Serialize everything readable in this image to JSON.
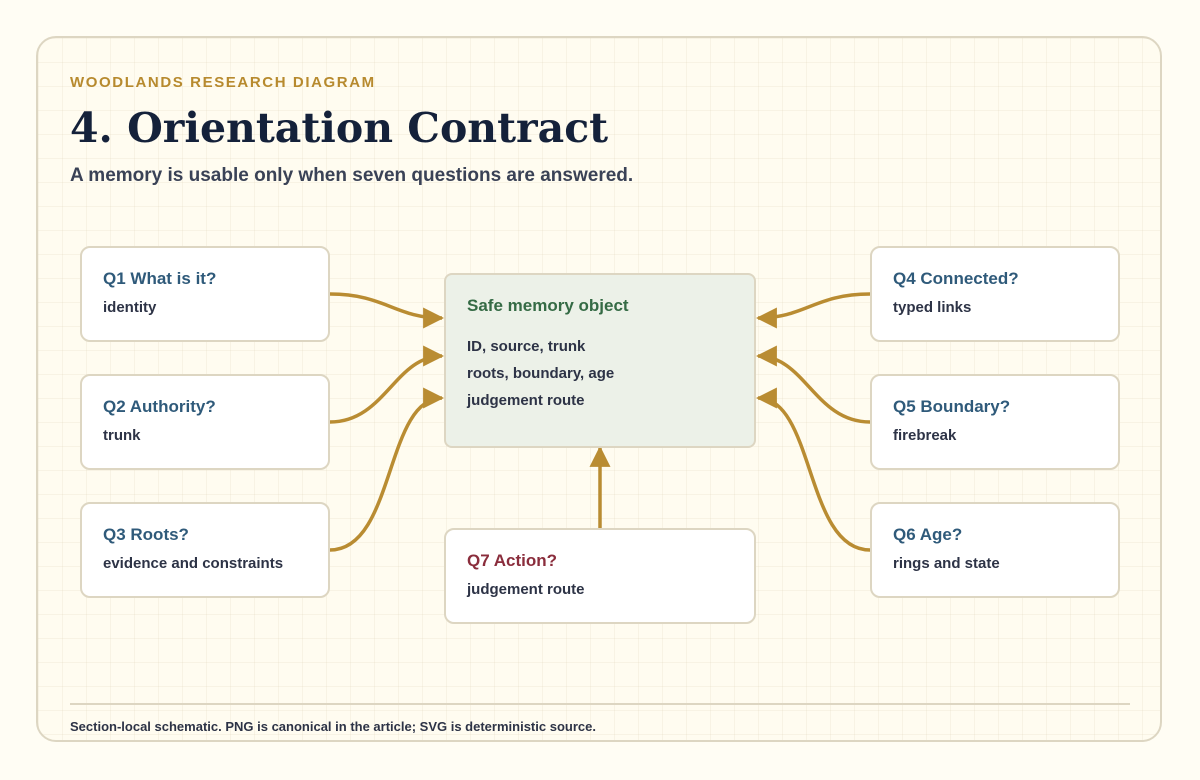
{
  "header": {
    "eyebrow": "WOODLANDS RESEARCH DIAGRAM",
    "title": "4. Orientation Contract",
    "subtitle": "A memory is usable only when seven questions are answered."
  },
  "center": {
    "title": "Safe memory object",
    "lines": [
      "ID, source, trunk",
      "roots, boundary, age",
      "judgement route"
    ]
  },
  "questions": [
    {
      "id": "q1",
      "question": "Q1 What is it?",
      "answer": "identity"
    },
    {
      "id": "q2",
      "question": "Q2 Authority?",
      "answer": "trunk"
    },
    {
      "id": "q3",
      "question": "Q3 Roots?",
      "answer": "evidence and constraints"
    },
    {
      "id": "q4",
      "question": "Q4 Connected?",
      "answer": "typed links"
    },
    {
      "id": "q5",
      "question": "Q5 Boundary?",
      "answer": "firebreak"
    },
    {
      "id": "q6",
      "question": "Q6 Age?",
      "answer": "rings and state"
    },
    {
      "id": "q7",
      "question": "Q7 Action?",
      "answer": "judgement route"
    }
  ],
  "footer": {
    "note": "Section-local schematic. PNG is canonical in the article; SVG is deterministic source."
  },
  "colors": {
    "background": "#fffdf4",
    "border": "#ddd6c2",
    "eyebrow": "#b78a2e",
    "title": "#14213a",
    "question": "#2f5a7a",
    "action_question": "#8a2d3c",
    "center_title": "#356b45",
    "center_fill": "#ecf1e8",
    "arrow": "#b98c32"
  }
}
